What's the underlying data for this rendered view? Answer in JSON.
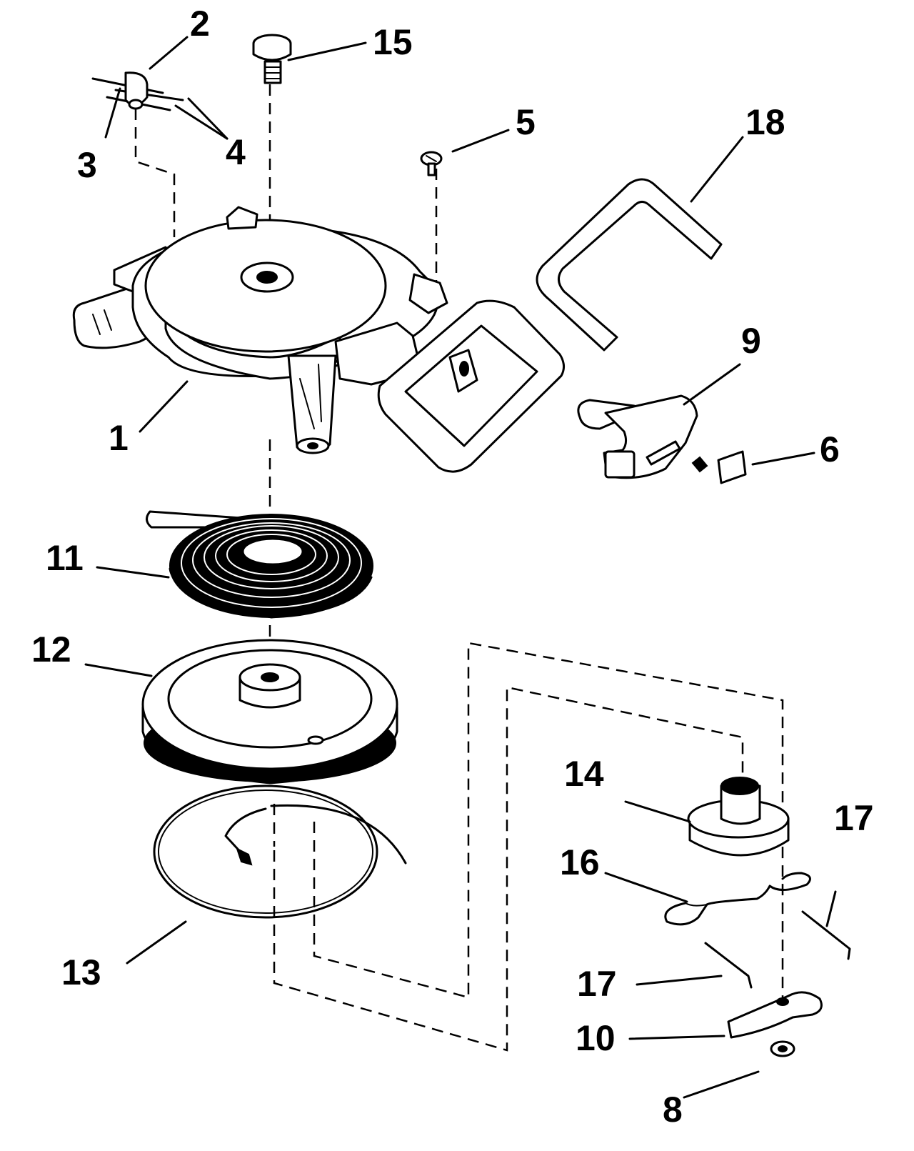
{
  "diagram": {
    "title": "Recoil starter exploded parts view",
    "parts": [
      {
        "ref": "1",
        "part": "starter housing"
      },
      {
        "ref": "2",
        "part": "clamp"
      },
      {
        "ref": "3",
        "part": "pin"
      },
      {
        "ref": "4",
        "part": "pins"
      },
      {
        "ref": "5",
        "part": "screw"
      },
      {
        "ref": "6",
        "part": "retainer"
      },
      {
        "ref": "8",
        "part": "retaining ring"
      },
      {
        "ref": "9",
        "part": "handle"
      },
      {
        "ref": "10",
        "part": "pawl"
      },
      {
        "ref": "11",
        "part": "rewind spring"
      },
      {
        "ref": "12",
        "part": "pulley"
      },
      {
        "ref": "13",
        "part": "rope"
      },
      {
        "ref": "14",
        "part": "pawl pivot"
      },
      {
        "ref": "15",
        "part": "pulley bolt"
      },
      {
        "ref": "16",
        "part": "pawl spring"
      },
      {
        "ref": "17",
        "part": "spring link"
      },
      {
        "ref": "17",
        "part": "spring link"
      },
      {
        "ref": "18",
        "part": "handle bracket"
      }
    ]
  }
}
